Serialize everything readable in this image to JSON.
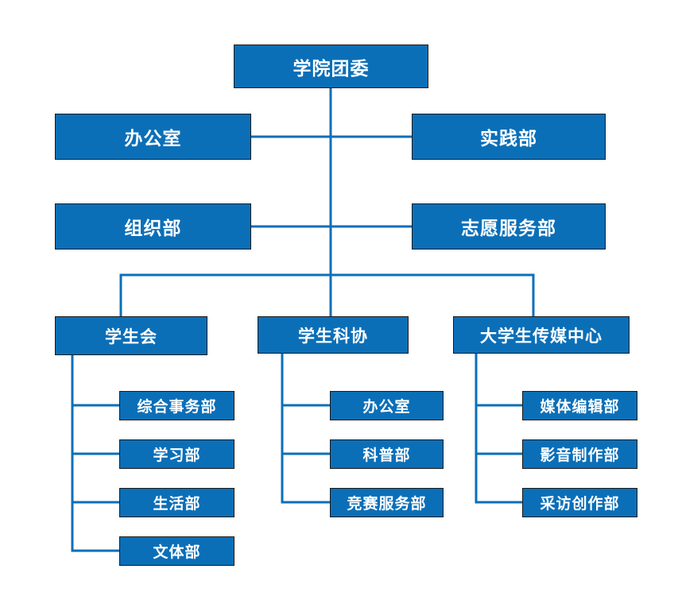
{
  "org": {
    "root": "学院团委",
    "left_units": [
      "办公室",
      "组织部"
    ],
    "right_units": [
      "实践部",
      "志愿服务部"
    ],
    "branches": [
      {
        "name": "学生会",
        "children": [
          "综合事务部",
          "学习部",
          "生活部",
          "文体部"
        ]
      },
      {
        "name": "学生科协",
        "children": [
          "办公室",
          "科普部",
          "竞赛服务部"
        ]
      },
      {
        "name": "大学生传媒中心",
        "children": [
          "媒体编辑部",
          "影音制作部",
          "采访创作部"
        ]
      }
    ]
  },
  "colors": {
    "box_fill": "#0b6fb8",
    "box_border": "#1a1a1a",
    "line": "#0b6fb8",
    "text": "#ffffff"
  }
}
